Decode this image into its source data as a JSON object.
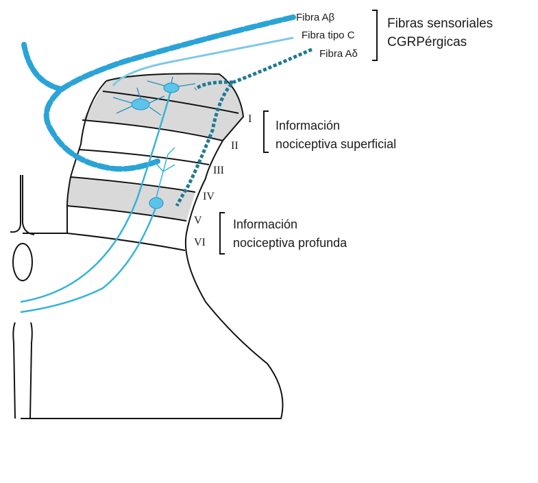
{
  "fibers": {
    "ab": "Fibra Aβ",
    "c": "Fibra tipo C",
    "ad": "Fibra Aδ",
    "group_line1": "Fibras sensoriales",
    "group_line2": "CGRPérgicas"
  },
  "laminae": [
    "I",
    "II",
    "III",
    "IV",
    "V",
    "VI"
  ],
  "regions": {
    "superficial_line1": "Información",
    "superficial_line2": "nociceptiva superficial",
    "deep_line1": "Información",
    "deep_line2": "nociceptiva profunda"
  },
  "colors": {
    "fiber_ab": "#2aa3d8",
    "fiber_c": "#7cc9e6",
    "fiber_ad": "#1f7a96",
    "lamina_fill": "#d9d9d9",
    "outline": "#111111"
  }
}
